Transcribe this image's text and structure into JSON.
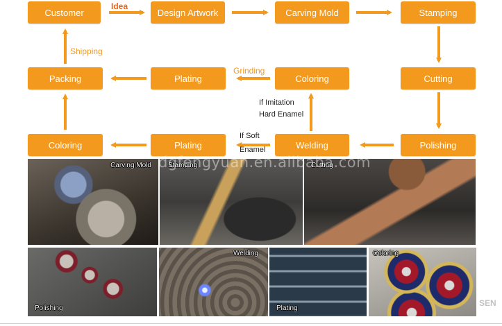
{
  "colors": {
    "accent": "#f39a1e",
    "arrow": "#f39a1e"
  },
  "steps": {
    "customer": "Customer",
    "design_artwork": "Design Artwork",
    "carving_mold": "Carving Mold",
    "stamping": "Stamping",
    "cutting": "Cutting",
    "coloring_imitation": "Coloring",
    "plating_top": "Plating",
    "packing": "Packing",
    "polishing": "Polishing",
    "welding": "Welding",
    "plating_bottom": "Plating",
    "coloring_bottom": "Coloring"
  },
  "labels": {
    "idea": "Idea",
    "shipping": "Shipping",
    "grinding": "Grinding",
    "if_imitation_line1": "If Imitation",
    "if_imitation_line2": "Hard Enamel",
    "if_soft_line1": "If Soft",
    "if_soft_line2": "Enamel"
  },
  "photos": {
    "carving_mold": "Carving Mold",
    "stamping": "Stamping",
    "cutting": "Cutting",
    "polishing": "Polishing",
    "welding": "Welding",
    "plating": "Plating",
    "coloring": "Coloring"
  },
  "watermark": "dgfengyuan.en.alibaba.com",
  "corner_logo": "SEN"
}
